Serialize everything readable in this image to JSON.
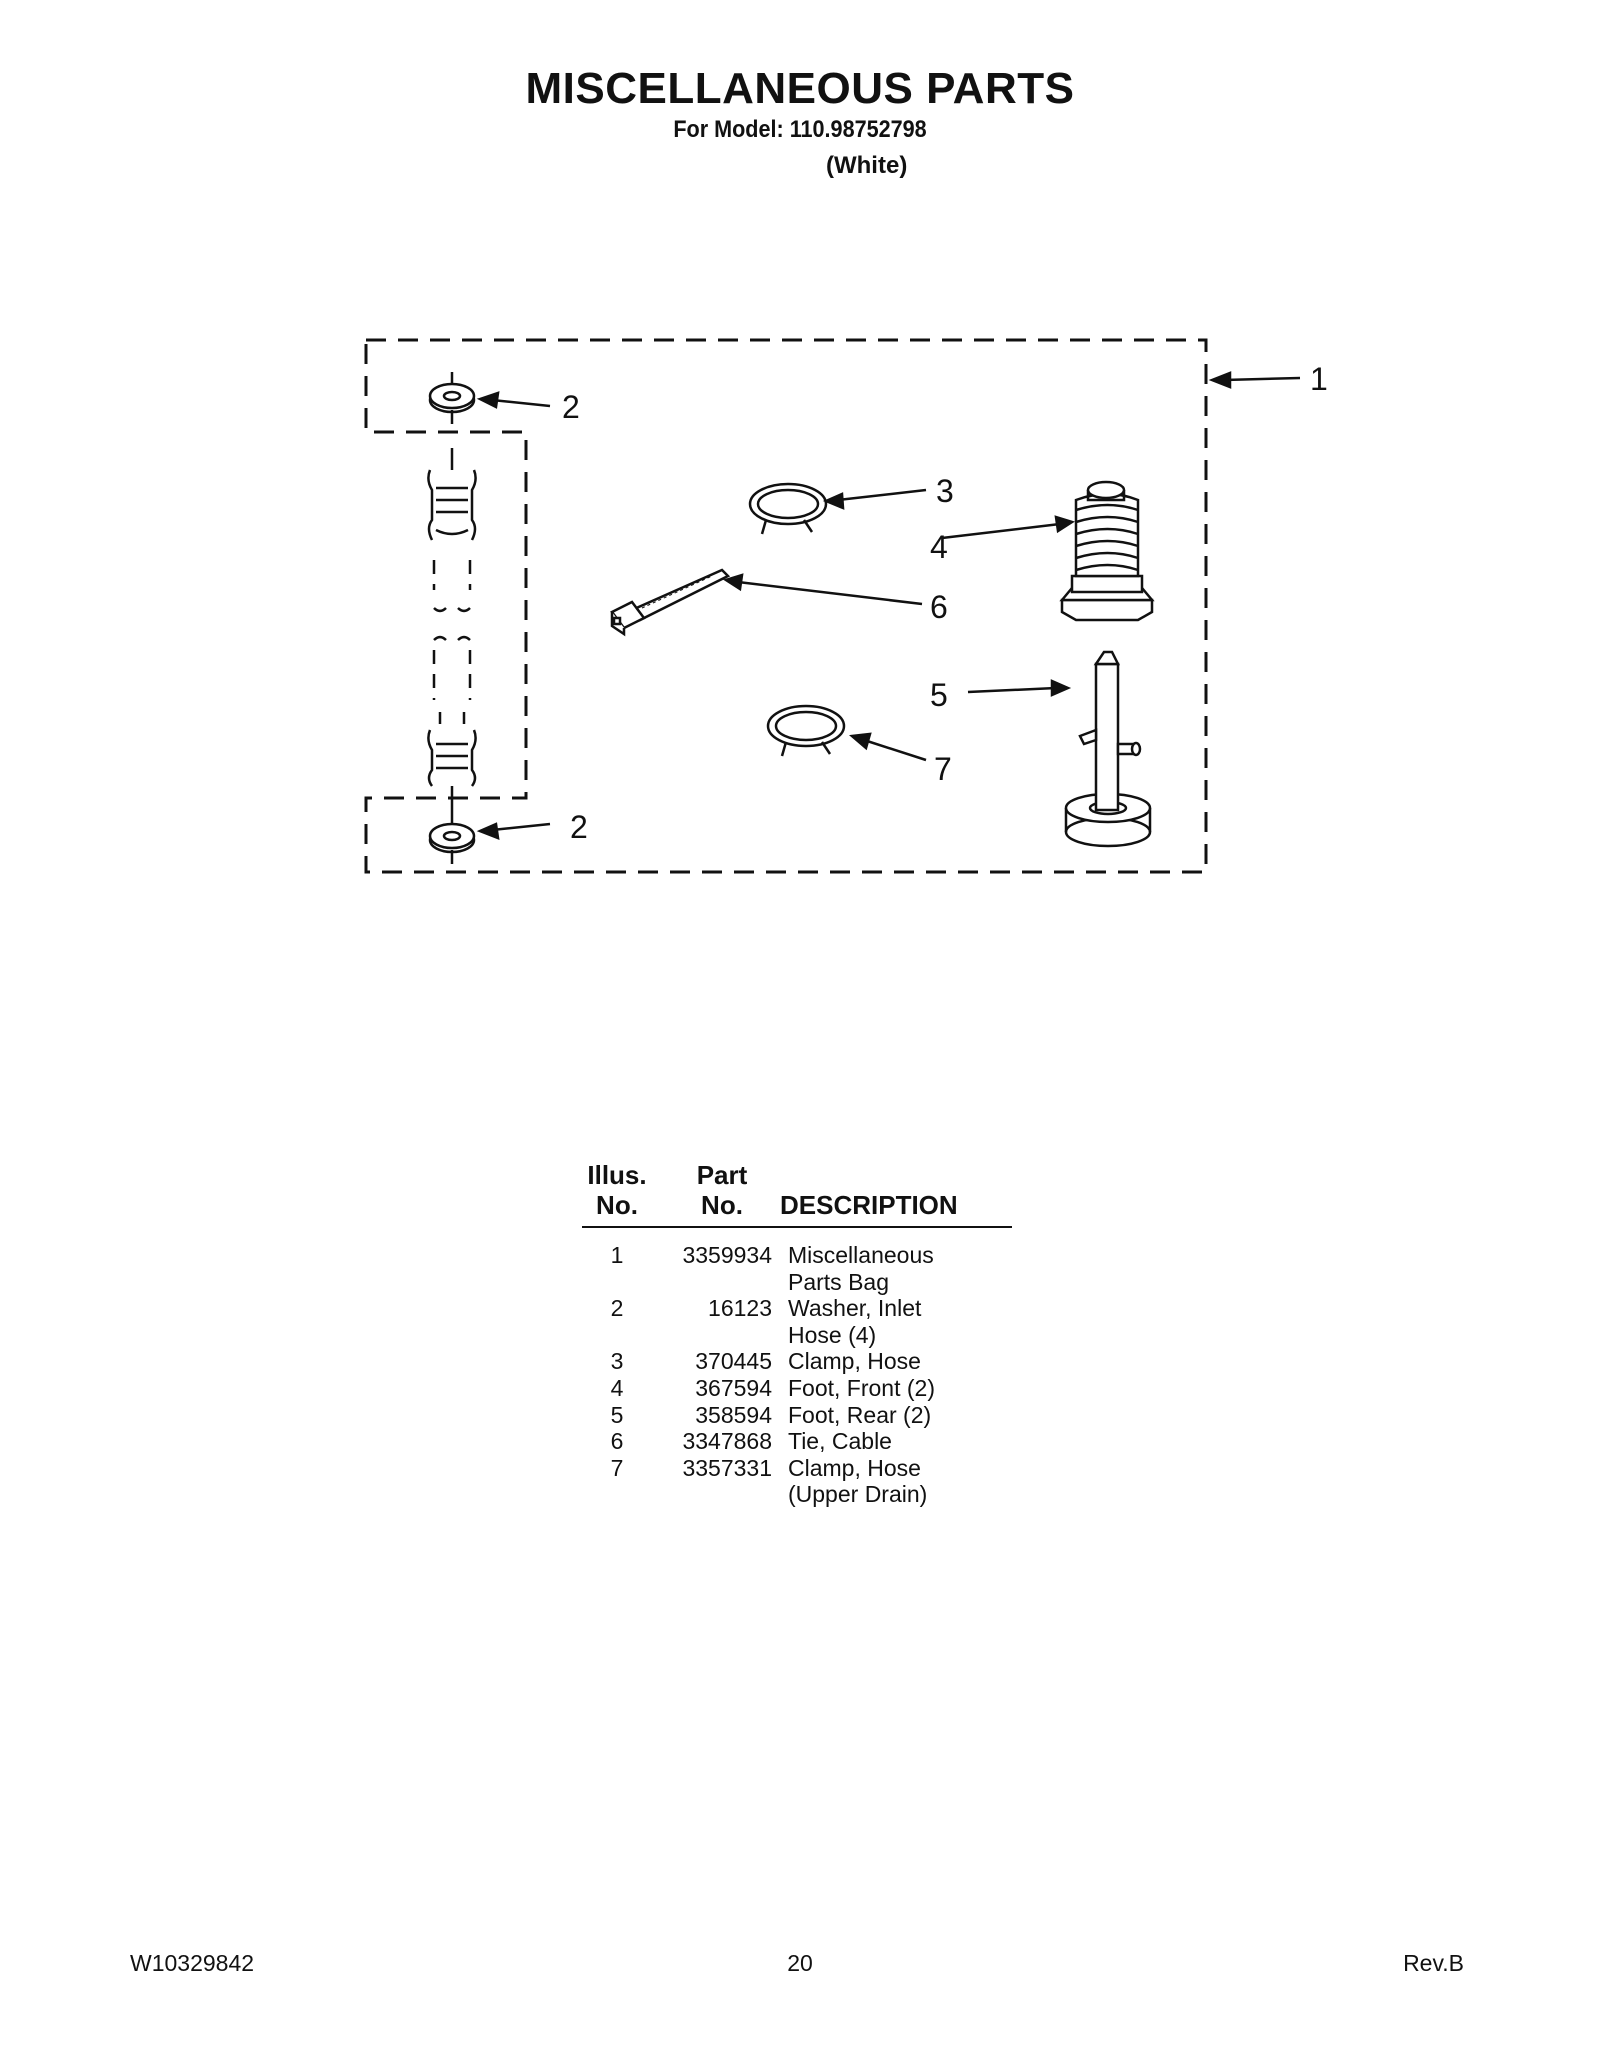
{
  "header": {
    "title": "MISCELLANEOUS PARTS",
    "model_line": "For Model: 110.98752798",
    "variant": "(White)"
  },
  "diagram": {
    "callouts": [
      "1",
      "2",
      "2",
      "3",
      "4",
      "6",
      "5",
      "7"
    ]
  },
  "table": {
    "headers": {
      "illus": "Illus.\nNo.",
      "illus_1": "Illus.",
      "illus_2": "No.",
      "part_1": "Part",
      "part_2": "No.",
      "description": "DESCRIPTION"
    },
    "rows": [
      {
        "illus": "1",
        "part": "3359934",
        "description": "Miscellaneous\nParts Bag"
      },
      {
        "illus": "2",
        "part": "16123",
        "description": "Washer, Inlet\nHose (4)"
      },
      {
        "illus": "3",
        "part": "370445",
        "description": "Clamp, Hose"
      },
      {
        "illus": "4",
        "part": "367594",
        "description": "Foot, Front (2)"
      },
      {
        "illus": "5",
        "part": "358594",
        "description": "Foot, Rear (2)"
      },
      {
        "illus": "6",
        "part": "3347868",
        "description": "Tie, Cable"
      },
      {
        "illus": "7",
        "part": "3357331",
        "description": "Clamp, Hose\n(Upper Drain)"
      }
    ]
  },
  "footer": {
    "doc_number": "W10329842",
    "page_number": "20",
    "revision": "Rev.B"
  }
}
